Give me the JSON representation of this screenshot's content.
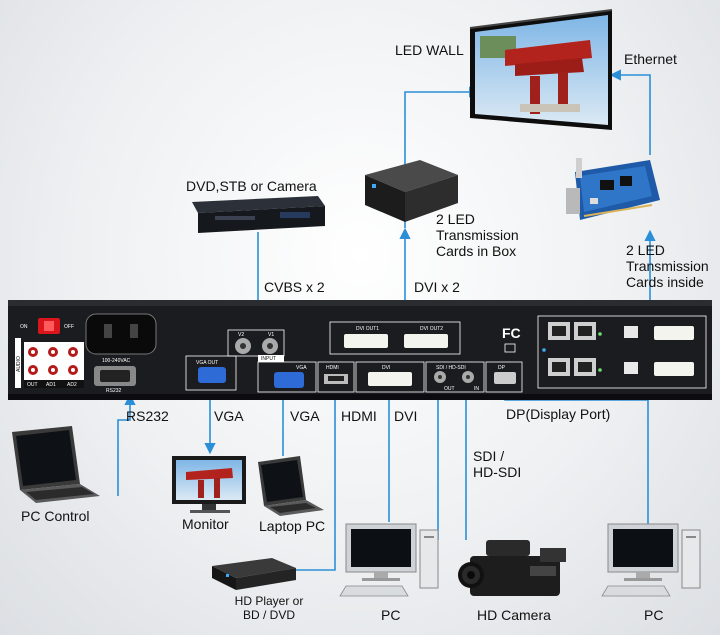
{
  "diagram": {
    "labels": {
      "led_wall": "LED WALL",
      "ethernet": "Ethernet",
      "dvd_source": "DVD,STB or Camera",
      "tx_box_line1": "2 LED",
      "tx_box_line2": "Transmission",
      "tx_box_line3": "Cards in Box",
      "tx_inside_line1": "2 LED",
      "tx_inside_line2": "Transmission",
      "tx_inside_line3": "Cards inside",
      "cvbs": "CVBS x 2",
      "dvi_out": "DVI x 2",
      "rs232": "RS232",
      "vga_out": "VGA",
      "vga_in": "VGA",
      "hdmi": "HDMI",
      "dvi_in": "DVI",
      "sdi_line1": "SDI /",
      "sdi_line2": "HD-SDI",
      "dp": "DP(Display Port)",
      "pc_control": "PC Control",
      "monitor": "Monitor",
      "laptop": "Laptop PC",
      "player_line1": "HD Player or",
      "player_line2": "BD / DVD",
      "pc1": "PC",
      "hd_camera": "HD Camera",
      "pc2": "PC"
    },
    "panel": {
      "audio": "AUDIO",
      "on": "ON",
      "off": "OFF",
      "power": "100-240VAC",
      "rs232": "RS232",
      "out": "OUT",
      "ad1": "AD1",
      "ad2": "AD2",
      "vga_out": "VGA OUT",
      "v2": "V2",
      "v1": "V1",
      "input": "INPUT",
      "vga": "VGA",
      "hdmi": "HDMI",
      "dvi": "DVI",
      "dvi_out1": "DVI OUT1",
      "dvi_out2": "DVI OUT2",
      "sdi": "SDI / HD-SDI",
      "sdi_out": "OUT",
      "sdi_in": "IN",
      "dp": "DP",
      "fc": "FC"
    },
    "colors": {
      "arrow": "#2b8fd8",
      "panel": "#1b1c1f",
      "power_switch": "#d8161b",
      "wall_structure": "#b3231d"
    }
  }
}
